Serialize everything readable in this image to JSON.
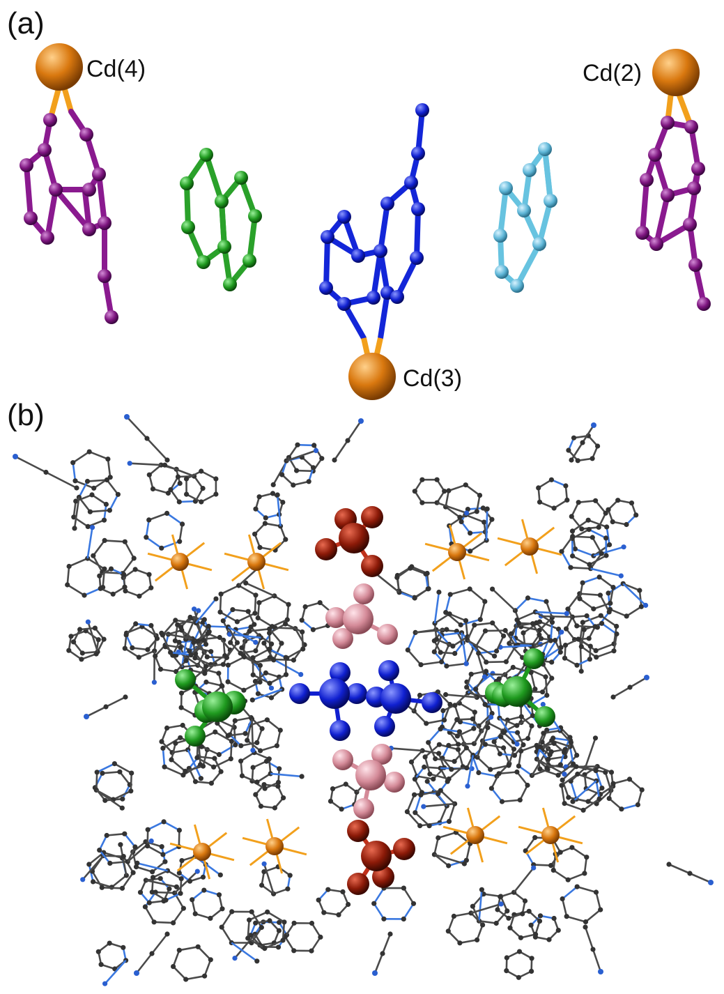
{
  "panel_a": {
    "label": "(a)",
    "atom_labels": {
      "cd4": "Cd(4)",
      "cd2": "Cd(2)",
      "cd3": "Cd(3)"
    }
  },
  "panel_b": {
    "label": "(b)"
  },
  "colors": {
    "cadmium": "#d9780f",
    "cd_bond": "#f2a01c",
    "ligand_purple": "#8a1a8f",
    "ligand_green": "#2aa12a",
    "ligand_blue": "#1326d8",
    "ligand_cyan": "#67c3e0",
    "framework_carbon": "#4a4a4a",
    "framework_nitrogen": "#3a78e0",
    "guest_darkred": "#8c1a08",
    "guest_pink": "#d48a98",
    "guest_blue": "#1020d0",
    "guest_green": "#1f9a1f"
  }
}
